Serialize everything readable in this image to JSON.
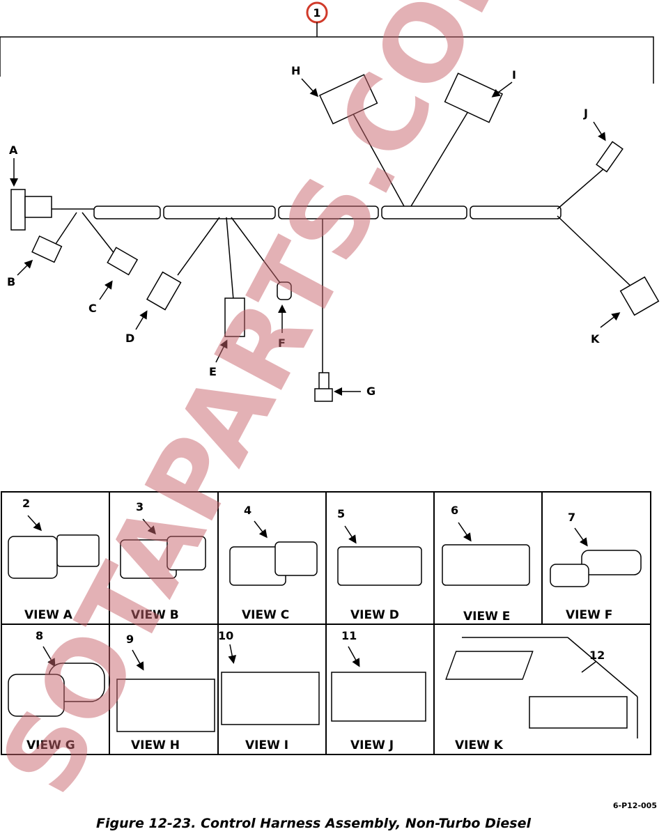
{
  "figure": {
    "caption": "Figure 12-23. Control Harness Assembly, Non-Turbo Diesel",
    "code": "6-P12-005",
    "item_callout": "1"
  },
  "harness_labels": [
    "A",
    "B",
    "C",
    "D",
    "E",
    "F",
    "G",
    "H",
    "I",
    "J",
    "K"
  ],
  "views": [
    {
      "item": "2",
      "label": "VIEW A"
    },
    {
      "item": "3",
      "label": "VIEW B"
    },
    {
      "item": "4",
      "label": "VIEW C"
    },
    {
      "item": "5",
      "label": "VIEW D"
    },
    {
      "item": "6",
      "label": "VIEW E"
    },
    {
      "item": "7",
      "label": "VIEW F"
    },
    {
      "item": "8",
      "label": "VIEW G"
    },
    {
      "item": "9",
      "label": "VIEW H"
    },
    {
      "item": "10",
      "label": "VIEW I"
    },
    {
      "item": "11",
      "label": "VIEW J"
    },
    {
      "item": "12",
      "label": "VIEW K"
    }
  ],
  "watermark": "SOTAPARTS.COM",
  "colors": {
    "callout_circle": "#d03a2a",
    "watermark": "#c9666e"
  }
}
